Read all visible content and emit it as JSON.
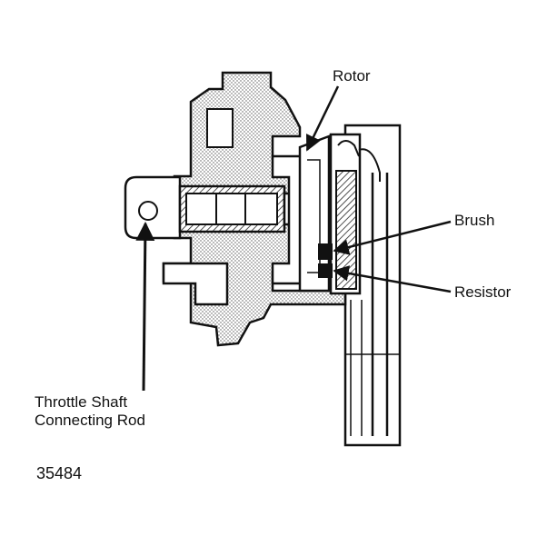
{
  "labels": {
    "rotor": "Rotor",
    "brush": "Brush",
    "resistor": "Resistor",
    "throttle_line1": "Throttle Shaft",
    "throttle_line2": "Connecting Rod",
    "figure_number": "35484"
  },
  "colors": {
    "line": "#111111",
    "shading": "#555555",
    "background": "#ffffff"
  }
}
